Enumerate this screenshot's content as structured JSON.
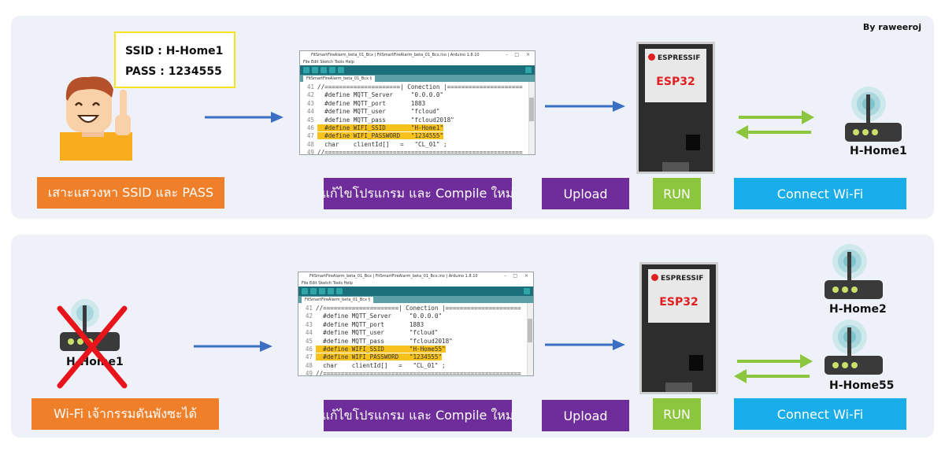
{
  "author": "By raweeroj",
  "top": {
    "callout": {
      "ssid": "SSID : H-Home1",
      "pass": "PASS : 1234555"
    },
    "steps": {
      "search": "เสาะแสวงหา SSID และ PASS",
      "edit": "แก้ไขโปรแกรม และ Compile ใหม่",
      "upload": "Upload",
      "run": "RUN",
      "connect": "Connect Wi-Fi"
    },
    "ide": {
      "title": "FitSmartFireAlarm_beta_01_Bcx | FitSmartFireAlarm_beta_01_Bcx.ino | Arduino 1.8.10",
      "menu": "File  Edit  Sketch  Tools  Help",
      "tab": "FitSmartFireAlarm_beta_01_Bcx §",
      "lines": [
        {
          "n": "41",
          "code": "//=====================| Conection |=====================",
          "hl": false
        },
        {
          "n": "42",
          "code": "  #define MQTT_Server     \"0.0.0.0\"",
          "hl": false
        },
        {
          "n": "43",
          "code": "  #define MQTT_port       1883",
          "hl": false
        },
        {
          "n": "44",
          "code": "  #define MQTT_user       \"fcloud\"",
          "hl": false
        },
        {
          "n": "45",
          "code": "  #define MQTT_pass       \"fcloud2018\"",
          "hl": false
        },
        {
          "n": "46",
          "code": "  #define WIFI_SSID       \"H-Home1\"",
          "hl": true
        },
        {
          "n": "47",
          "code": "  #define WIFI_PASSWORD   \"1234555\"",
          "hl": true
        },
        {
          "n": "48",
          "code": "  char    clientId[]   =   \"CL_01\" ;",
          "hl": false
        },
        {
          "n": "49",
          "code": "//=======================================================",
          "hl": false
        }
      ]
    },
    "board": {
      "brand": "ESPRESSIF",
      "chip": "ESP32"
    },
    "router": {
      "label": "H-Home1"
    }
  },
  "bottom": {
    "crossed_router_label": "H-Home1",
    "steps": {
      "wifi_changed": "Wi-Fi เจ้ากรรมดันพังซะได้",
      "edit": "แก้ไขโปรแกรม และ Compile ใหม่",
      "upload": "Upload",
      "run": "RUN",
      "connect": "Connect Wi-Fi"
    },
    "ide": {
      "title": "FitSmartFireAlarm_beta_01_Bcx | FitSmartFireAlarm_beta_01_Bcx.ino | Arduino 1.8.10",
      "menu": "File  Edit  Sketch  Tools  Help",
      "tab": "FitSmartFireAlarm_beta_01_Bcx §",
      "lines": [
        {
          "n": "41",
          "code": "//=====================| Conection |=====================",
          "hl": false
        },
        {
          "n": "42",
          "code": "  #define MQTT_Server     \"0.0.0.0\"",
          "hl": false
        },
        {
          "n": "43",
          "code": "  #define MQTT_port       1883",
          "hl": false
        },
        {
          "n": "44",
          "code": "  #define MQTT_user       \"fcloud\"",
          "hl": false
        },
        {
          "n": "45",
          "code": "  #define MQTT_pass       \"fcloud2018\"",
          "hl": false
        },
        {
          "n": "46",
          "code": "  #define WIFI_SSID       \"H-Home55\"",
          "hl": true
        },
        {
          "n": "47",
          "code": "  #define WIFI_PASSWORD   \"1234555\"",
          "hl": true
        },
        {
          "n": "48",
          "code": "  char    clientId[]   =   \"CL_01\" ;",
          "hl": false
        },
        {
          "n": "49",
          "code": "//=======================================================",
          "hl": false
        }
      ]
    },
    "board": {
      "brand": "ESPRESSIF",
      "chip": "ESP32"
    },
    "routers": [
      {
        "label": "H-Home2"
      },
      {
        "label": "H-Home55"
      }
    ]
  },
  "colors": {
    "orange": "#f07f2a",
    "purple": "#6f2d9b",
    "green": "#8cc63f",
    "cyan": "#19aeea",
    "arrow_blue": "#3b6fc4",
    "arrow_green": "#8cc63f",
    "highlight": "#f8c21c",
    "cross_red": "#e8141c"
  },
  "icons": [
    "person-pointing-icon",
    "arrow-right-icon",
    "arduino-ide-window",
    "esp32-board-icon",
    "wifi-router-icon",
    "bidirectional-arrow-icon",
    "red-cross-icon"
  ]
}
